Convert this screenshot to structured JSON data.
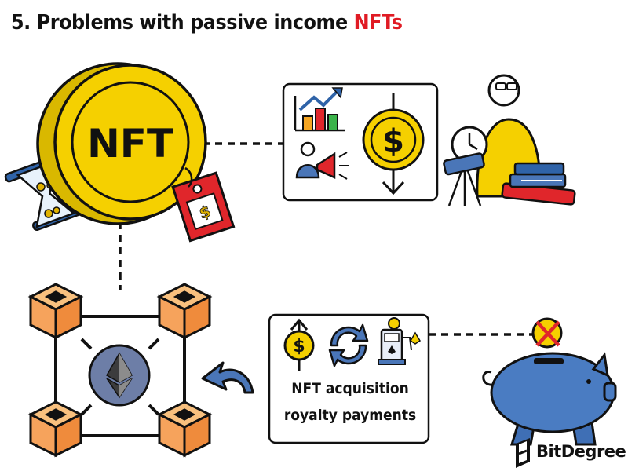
{
  "title": {
    "main": "5. Problems with passive income ",
    "highlight": "NFTs"
  },
  "coin": {
    "label": "NFT"
  },
  "caption": {
    "line1": "NFT acquisition",
    "line2": "royalty payments"
  },
  "brand": {
    "name": "BitDegree"
  },
  "colors": {
    "gold": "#f5d000",
    "accent_red": "#e01b24",
    "blue": "#4a76b8",
    "orange": "#f6a35c",
    "ink": "#111111"
  },
  "icons": [
    "nft-coin-icon",
    "hourglass-icon",
    "price-tag-icon",
    "bar-chart-icon",
    "megaphone-icon",
    "dollar-down-icon",
    "telescope-icon",
    "books-icon",
    "blockchain-icon",
    "ethereum-icon",
    "curved-arrow-icon",
    "dollar-up-icon",
    "exchange-arrows-icon",
    "fuel-pump-icon",
    "piggy-bank-icon",
    "crossed-coin-icon",
    "bitdegree-logo-icon"
  ]
}
